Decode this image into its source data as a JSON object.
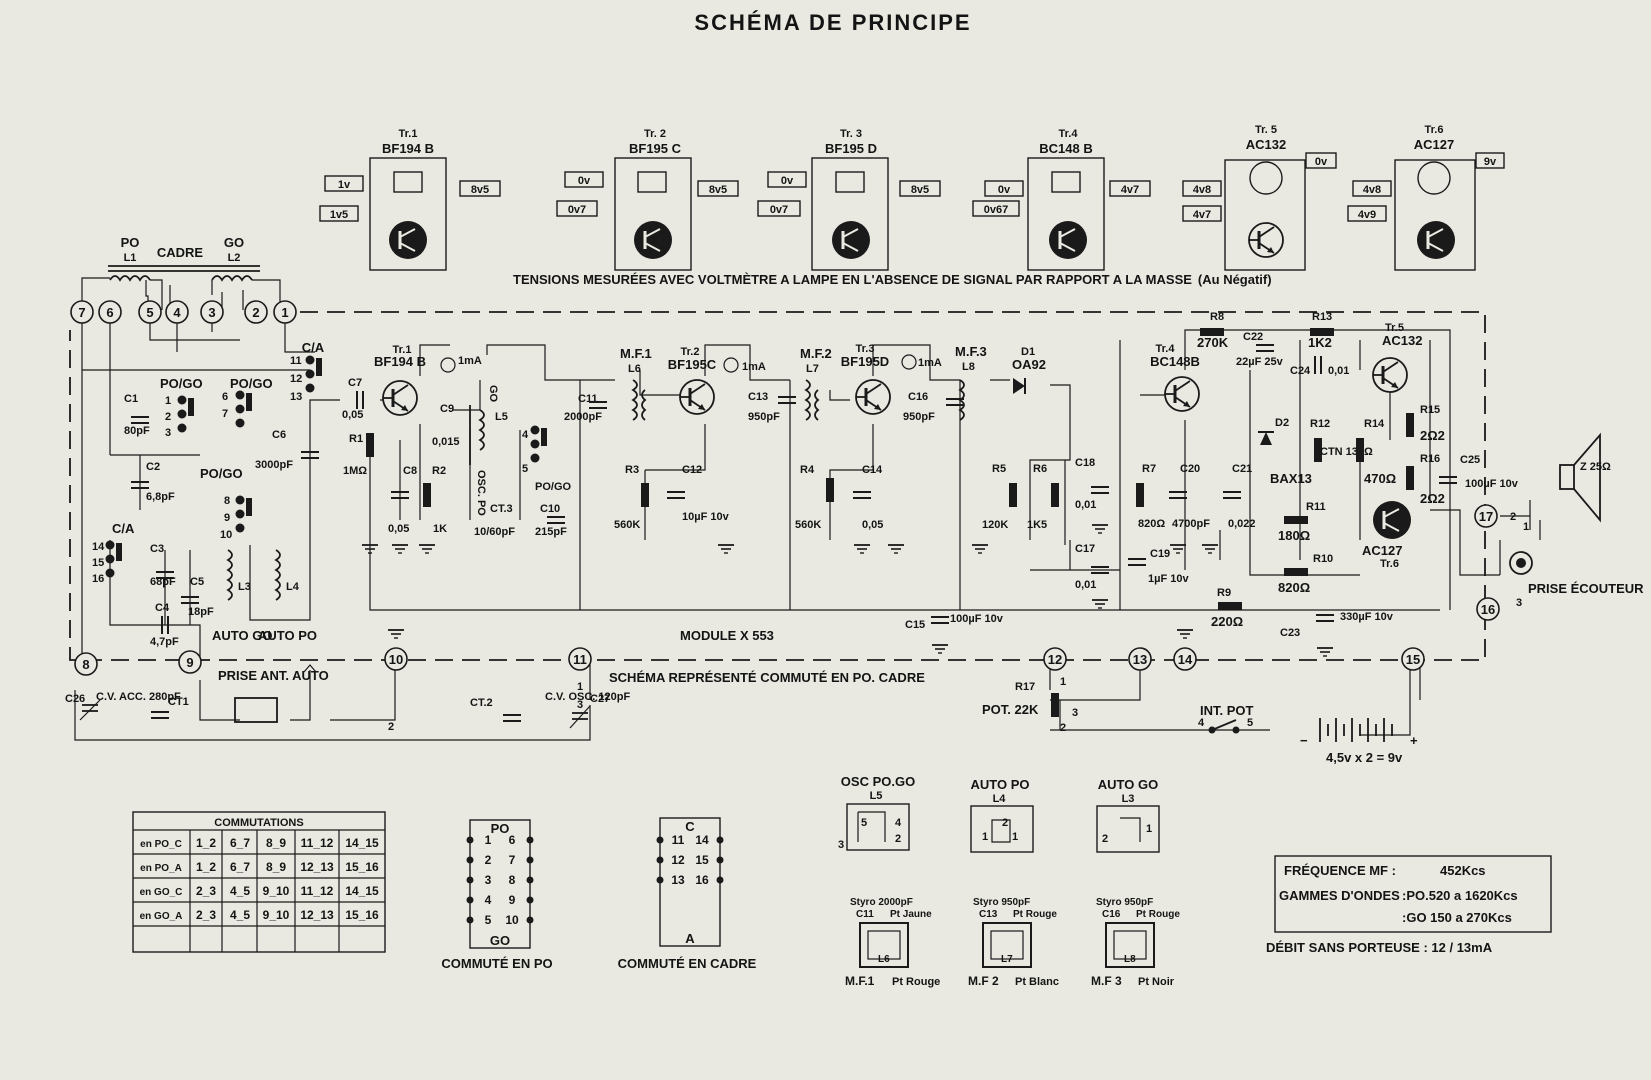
{
  "title": "SCHÉMA DE PRINCIPE",
  "note_tensions": "TENSIONS MESURÉES AVEC VOLTMÈTRE A LAMPE EN L'ABSENCE DE SIGNAL PAR RAPPORT A LA MASSE",
  "note_tensions_tail": "(Au Négatif)",
  "module_label": "MODULE X 553",
  "schema_note": "SCHÉMA REPRÉSENTÉ COMMUTÉ EN PO. CADRE",
  "cadre": {
    "po": "PO",
    "l1": "L1",
    "cadre": "CADRE",
    "go": "GO",
    "l2": "L2"
  },
  "transistors_top": [
    {
      "tr": "Tr.1",
      "type": "BF194 B",
      "v": [
        "1v",
        "1v5",
        "8v5"
      ]
    },
    {
      "tr": "Tr. 2",
      "type": "BF195 C",
      "v": [
        "0v",
        "0v7",
        "8v5"
      ]
    },
    {
      "tr": "Tr. 3",
      "type": "BF195 D",
      "v": [
        "0v",
        "0v7",
        "8v5"
      ]
    },
    {
      "tr": "Tr.4",
      "type": "BC148 B",
      "v": [
        "0v",
        "0v67",
        "4v7"
      ]
    },
    {
      "tr": "Tr. 5",
      "type": "AC132",
      "v": [
        "4v8",
        "4v7",
        "0v"
      ]
    },
    {
      "tr": "Tr.6",
      "type": "AC127",
      "v": [
        "4v8",
        "4v9",
        "9v"
      ]
    }
  ],
  "components": {
    "tr1": "Tr.1",
    "tr1_type": "BF194 B",
    "tr2": "Tr.2",
    "tr2_type": "BF195C",
    "tr3": "Tr.3",
    "tr3_type": "BF195D",
    "tr4": "Tr.4",
    "tr4_type": "BC148B",
    "tr5": "Tr.5",
    "tr5_type": "AC132",
    "tr6": "AC127",
    "tr6_b": "Tr.6",
    "ma": "1mA",
    "c1": "C1",
    "c1v": "80pF",
    "c2": "C2",
    "c2v": "6,8pF",
    "c3": "C3",
    "c3v": "68pF",
    "c4": "C4",
    "c4v": "4,7pF",
    "c5": "C5",
    "c5v": "18pF",
    "c6": "C6",
    "c6v": "3000pF",
    "c7": "C7",
    "c7v": "0,05",
    "c8": "C8",
    "c8v": "0,05",
    "c9": "C9",
    "c9v": "0,015",
    "c10": "C10",
    "c10v": "215pF",
    "c11": "C11",
    "c11v": "2000pF",
    "c12": "C12",
    "c12v": "10µF 10v",
    "c13": "C13",
    "c13v": "950pF",
    "c14": "C14",
    "c14v": "0,05",
    "c15": "C15",
    "c15v": "100µF 10v",
    "c16": "C16",
    "c16v": "950pF",
    "c17": "C17",
    "c17v": "0,01",
    "c18": "C18",
    "c18v": "0,01",
    "c19": "C19",
    "c19v": "1µF 10v",
    "c20": "C20",
    "c20v": "4700pF",
    "c21": "C21",
    "c21v": "0,022",
    "c22": "C22",
    "c22v": "22µF 25v",
    "c23": "C23",
    "c23v": "330µF 10v",
    "c24": "C24",
    "c24v": "0,01",
    "c25": "C25",
    "c25v": "100µF 10v",
    "c26": "C26",
    "c27": "C27",
    "cv_acc": "C.V. ACC. 280pF",
    "cv_osc": "C.V. OSC. 120pF",
    "ct1": "CT1",
    "ct2": "CT.2",
    "ct3": "CT.3",
    "ct3v": "10/60pF",
    "r1": "R1",
    "r1v": "1MΩ",
    "r2": "R2",
    "r2v": "1K",
    "r3": "R3",
    "r3v": "560K",
    "r4": "R4",
    "r4v": "560K",
    "r5": "R5",
    "r5v": "120K",
    "r6": "R6",
    "r6v": "1K5",
    "r7": "R7",
    "r7v": "820Ω",
    "r8": "R8",
    "r8v": "270K",
    "r9": "R9",
    "r9v": "220Ω",
    "r10": "R10",
    "r10v": "820Ω",
    "r11": "R11",
    "r11v": "180Ω",
    "r12": "R12",
    "r12v": "CTN 130Ω",
    "r13": "R13",
    "r13v": "1K2",
    "r14": "R14",
    "r14v": "470Ω",
    "r15": "R15",
    "r15v": "2Ω2",
    "r16": "R16",
    "r16v": "2Ω2",
    "r17": "R17",
    "r17v": "POT. 22K",
    "d1": "D1",
    "d1v": "OA92",
    "d2": "D2",
    "d2v": "BAX13",
    "mf1": "M.F.1",
    "mf2": "M.F.2",
    "mf3": "M.F.3",
    "l3": "L3",
    "l4": "L4",
    "l5": "L5",
    "l6": "L6",
    "l7": "L7",
    "l8": "L8",
    "osc_po": "OSC. PO",
    "go": "GO",
    "po_go": "PO/GO",
    "ca": "C/A",
    "auto_go": "AUTO GO",
    "auto_po": "AUTO PO",
    "prise_ant": "PRISE ANT. AUTO",
    "int_pot": "INT. POT",
    "battery": "4,5v x 2 = 9v",
    "speaker": "Z 25Ω",
    "prise_ecouteur": "PRISE ÉCOUTEUR"
  },
  "commutations": {
    "title": "COMMUTATIONS",
    "rows": [
      [
        "en PO_C",
        "1_2",
        "6_7",
        "8_9",
        "11_12",
        "14_15"
      ],
      [
        "en PO_A",
        "1_2",
        "6_7",
        "8_9",
        "12_13",
        "15_16"
      ],
      [
        "en GO_C",
        "2_3",
        "4_5",
        "9_10",
        "11_12",
        "14_15"
      ],
      [
        "en GO_A",
        "2_3",
        "4_5",
        "9_10",
        "12_13",
        "15_16"
      ]
    ]
  },
  "switch_po": {
    "top": "PO",
    "bottom": "GO",
    "caption": "COMMUTÉ EN PO"
  },
  "switch_ca": {
    "top": "C",
    "bottom": "A",
    "caption": "COMMUTÉ EN CADRE"
  },
  "coils": {
    "osc": "OSC PO.GO",
    "osc_l": "L5",
    "auto_po": "AUTO PO",
    "auto_po_l": "L4",
    "auto_go": "AUTO GO",
    "auto_go_l": "L3"
  },
  "mf_units": [
    {
      "styro": "Styro 2000pF",
      "cap": "C11",
      "dot": "Pt Jaune",
      "coil": "L6",
      "label": "M.F.1",
      "color": "Pt Rouge"
    },
    {
      "styro": "Styro 950pF",
      "cap": "C13",
      "dot": "Pt Rouge",
      "coil": "L7",
      "label": "M.F 2",
      "color": "Pt Blanc"
    },
    {
      "styro": "Styro 950pF",
      "cap": "C16",
      "dot": "Pt Rouge",
      "coil": "L8",
      "label": "M.F 3",
      "color": "Pt Noir"
    }
  ],
  "specs": {
    "freq_label": "FRÉQUENCE MF :",
    "freq_value": "452Kcs",
    "gammes_label": "GAMMES D'ONDES",
    "po": ":PO.520 a 1620Kcs",
    "go": ":GO 150 a 270Kcs",
    "debit": "DÉBIT SANS PORTEUSE : 12 / 13mA"
  }
}
